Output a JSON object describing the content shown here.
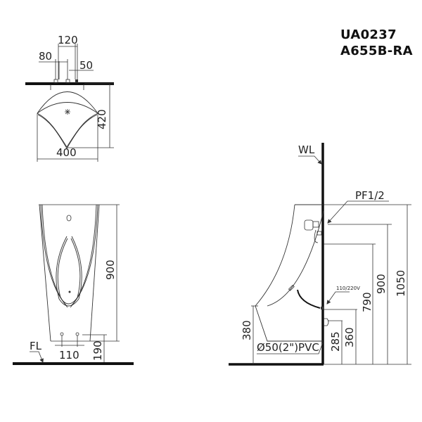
{
  "title": {
    "model_primary": "UA0237",
    "model_secondary": "A655B-RA"
  },
  "top_view": {
    "dims": {
      "pipe_spacing": "120",
      "left_offset": "80",
      "right_offset": "50",
      "depth": "420",
      "width": "400"
    }
  },
  "front_view": {
    "dims": {
      "height": "900",
      "foot_spacing": "110",
      "foot_height": "190"
    },
    "labels": {
      "floor_line": "FL"
    }
  },
  "side_view": {
    "labels": {
      "wall_line": "WL",
      "water_inlet": "PF1/2",
      "power": "110/220V",
      "drain": "Ø50(2\")PVC"
    },
    "dims": {
      "lip_height": "380",
      "drain_height_1": "285",
      "drain_height_2": "360",
      "sensor_height": "790",
      "inlet_height": "900",
      "top_height": "1050"
    }
  },
  "colors": {
    "line": "#333333",
    "thick_line": "#111111",
    "background": "#ffffff"
  }
}
